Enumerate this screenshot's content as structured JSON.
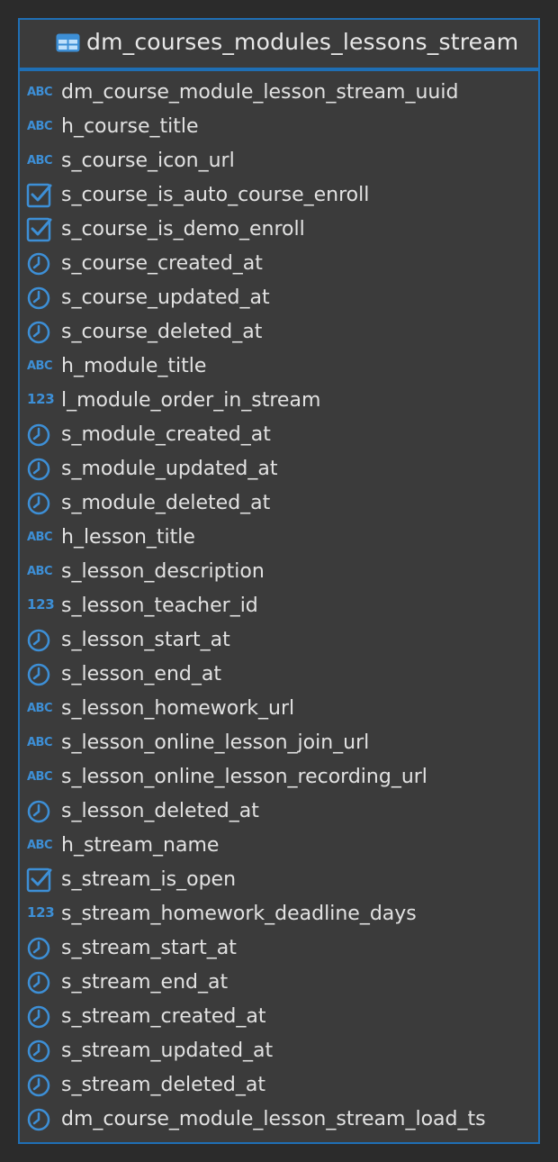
{
  "table": {
    "title": "dm_courses_modules_lessons_stream",
    "icon": "table-icon",
    "border_color": "#1f6fb5",
    "accent_color": "#3d8fd6"
  },
  "columns": [
    {
      "name": "dm_course_module_lesson_stream_uuid",
      "type": "text",
      "badge": "ABC"
    },
    {
      "name": "h_course_title",
      "type": "text",
      "badge": "ABC"
    },
    {
      "name": "s_course_icon_url",
      "type": "text",
      "badge": "ABC"
    },
    {
      "name": "s_course_is_auto_course_enroll",
      "type": "boolean",
      "badge": ""
    },
    {
      "name": "s_course_is_demo_enroll",
      "type": "boolean",
      "badge": ""
    },
    {
      "name": "s_course_created_at",
      "type": "timestamp",
      "badge": ""
    },
    {
      "name": "s_course_updated_at",
      "type": "timestamp",
      "badge": ""
    },
    {
      "name": "s_course_deleted_at",
      "type": "timestamp",
      "badge": ""
    },
    {
      "name": "h_module_title",
      "type": "text",
      "badge": "ABC"
    },
    {
      "name": "l_module_order_in_stream",
      "type": "number",
      "badge": "123"
    },
    {
      "name": "s_module_created_at",
      "type": "timestamp",
      "badge": ""
    },
    {
      "name": "s_module_updated_at",
      "type": "timestamp",
      "badge": ""
    },
    {
      "name": "s_module_deleted_at",
      "type": "timestamp",
      "badge": ""
    },
    {
      "name": "h_lesson_title",
      "type": "text",
      "badge": "ABC"
    },
    {
      "name": "s_lesson_description",
      "type": "text",
      "badge": "ABC"
    },
    {
      "name": "s_lesson_teacher_id",
      "type": "number",
      "badge": "123"
    },
    {
      "name": "s_lesson_start_at",
      "type": "timestamp",
      "badge": ""
    },
    {
      "name": "s_lesson_end_at",
      "type": "timestamp",
      "badge": ""
    },
    {
      "name": "s_lesson_homework_url",
      "type": "text",
      "badge": "ABC"
    },
    {
      "name": "s_lesson_online_lesson_join_url",
      "type": "text",
      "badge": "ABC"
    },
    {
      "name": "s_lesson_online_lesson_recording_url",
      "type": "text",
      "badge": "ABC"
    },
    {
      "name": "s_lesson_deleted_at",
      "type": "timestamp",
      "badge": ""
    },
    {
      "name": "h_stream_name",
      "type": "text",
      "badge": "ABC"
    },
    {
      "name": "s_stream_is_open",
      "type": "boolean",
      "badge": ""
    },
    {
      "name": "s_stream_homework_deadline_days",
      "type": "number",
      "badge": "123"
    },
    {
      "name": "s_stream_start_at",
      "type": "timestamp",
      "badge": ""
    },
    {
      "name": "s_stream_end_at",
      "type": "timestamp",
      "badge": ""
    },
    {
      "name": "s_stream_created_at",
      "type": "timestamp",
      "badge": ""
    },
    {
      "name": "s_stream_updated_at",
      "type": "timestamp",
      "badge": ""
    },
    {
      "name": "s_stream_deleted_at",
      "type": "timestamp",
      "badge": ""
    },
    {
      "name": "dm_course_module_lesson_stream_load_ts",
      "type": "timestamp",
      "badge": ""
    }
  ]
}
